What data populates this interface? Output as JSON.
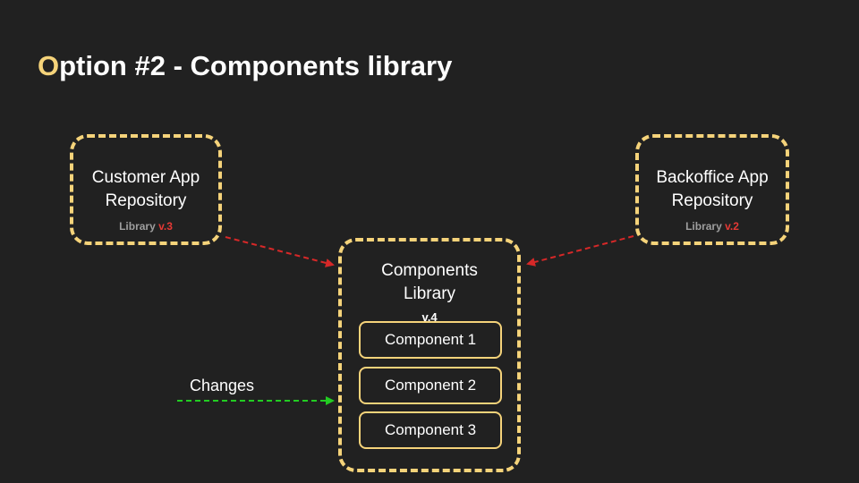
{
  "colors": {
    "background": "#212121",
    "accent": "#f5d37a",
    "box_border": "#f5d37a",
    "old_version": "#e53935",
    "new_version": "#22dd22",
    "red_arrow": "#d62828",
    "green_arrow": "#22cc22"
  },
  "title": {
    "first_letter": "O",
    "rest": "ption #2 - Components library"
  },
  "customer": {
    "line1": "Customer App",
    "line2": "Repository",
    "version_label": "Library ",
    "version": "v.3"
  },
  "backoffice": {
    "line1": "Backoffice App",
    "line2": "Repository",
    "version_label": "Library ",
    "version": "v.2"
  },
  "library": {
    "line1": "Components",
    "line2": "Library ",
    "version": "v.4",
    "components": [
      "Component 1",
      "Component 2",
      "Component 3"
    ]
  },
  "changes_label": "Changes"
}
